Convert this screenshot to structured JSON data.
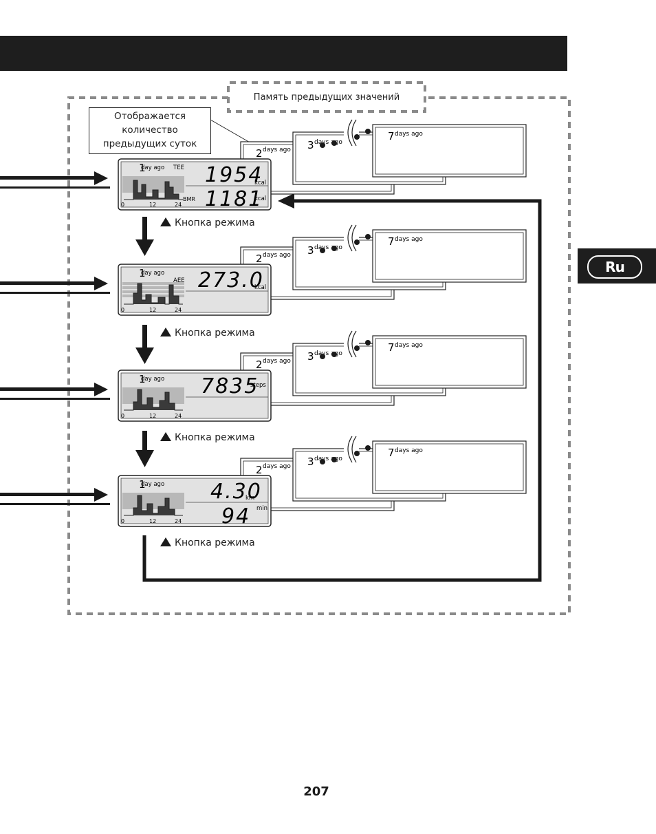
{
  "labels": {
    "memory": "Память предыдущих значений",
    "days_shown_line1": "Отображается",
    "days_shown_line2": "количество",
    "days_shown_line3": "предыдущих суток",
    "mode_button": "Кнопка режима",
    "lang": "Ru",
    "page_number": "207"
  },
  "display": {
    "one_digit": "1",
    "two_digit": "2",
    "three_digit": "3",
    "seven_digit": "7",
    "day_ago": "day  ago",
    "days_ago": "days ago",
    "axis_0": "0",
    "axis_12": "12",
    "axis_24": "24"
  },
  "screens": [
    {
      "id": "tee",
      "top_label": "TEE",
      "top_value": "1954",
      "top_unit": "kcal",
      "bottom_label": "BMR",
      "bottom_value": "1181",
      "bottom_unit": "kcal"
    },
    {
      "id": "aee",
      "top_label": "AEE",
      "top_value": "273.0",
      "top_unit": "kcal"
    },
    {
      "id": "steps",
      "top_value": "7835",
      "top_unit": "steps"
    },
    {
      "id": "distance",
      "top_value": "4.30",
      "top_unit": "km",
      "bottom_value": "94",
      "bottom_unit": "min"
    }
  ]
}
